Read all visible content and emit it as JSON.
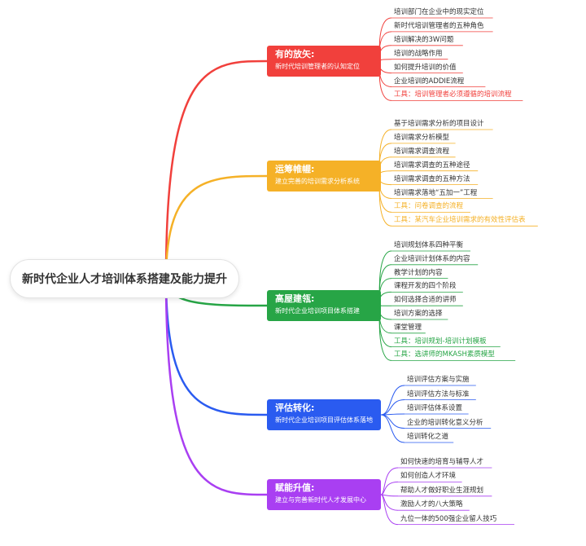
{
  "root": {
    "label": "新时代企业人才培训体系搭建及能力提升"
  },
  "branches": [
    {
      "title": "有的放矢:",
      "subtitle": "新时代培训管理者的认知定位",
      "color": "#f1403c",
      "leaves": [
        {
          "text": "培训部门在企业中的现实定位",
          "tool": false
        },
        {
          "text": "新时代培训管理者的五种角色",
          "tool": false
        },
        {
          "text": "培训解决的3W问题",
          "tool": false
        },
        {
          "text": "培训的战略作用",
          "tool": false
        },
        {
          "text": "如何提升培训的价值",
          "tool": false
        },
        {
          "text": "企业培训的ADDIE流程",
          "tool": false
        },
        {
          "text": "工具：培训管理者必须遵循的培训流程",
          "tool": true
        }
      ]
    },
    {
      "title": "运筹帷幄:",
      "subtitle": "建立完善的培训需求分析系统",
      "color": "#f5b127",
      "leaves": [
        {
          "text": "基于培训需求分析的项目设计",
          "tool": false
        },
        {
          "text": "培训需求分析模型",
          "tool": false
        },
        {
          "text": "培训需求调查流程",
          "tool": false
        },
        {
          "text": "培训需求调查的五种途径",
          "tool": false
        },
        {
          "text": "培训需求调查的五种方法",
          "tool": false
        },
        {
          "text": "培训需求落地“五加一”工程",
          "tool": false
        },
        {
          "text": "工具：问卷调查的流程",
          "tool": true
        },
        {
          "text": "工具：某汽车企业培训需求的有效性评估表",
          "tool": true
        }
      ]
    },
    {
      "title": "高屋建瓴:",
      "subtitle": "新时代企业培训项目体系搭建",
      "color": "#27a546",
      "leaves": [
        {
          "text": "培训规划体系四种平衡",
          "tool": false
        },
        {
          "text": "企业培训计划体系的内容",
          "tool": false
        },
        {
          "text": "教学计划的内容",
          "tool": false
        },
        {
          "text": "课程开发的四个阶段",
          "tool": false
        },
        {
          "text": "如何选择合适的讲师",
          "tool": false
        },
        {
          "text": "培训方案的选择",
          "tool": false
        },
        {
          "text": "课堂管理",
          "tool": false
        },
        {
          "text": "工具：培训规划-培训计划模板",
          "tool": true
        },
        {
          "text": "工具：选讲师的MKASH素质模型",
          "tool": true
        }
      ]
    },
    {
      "title": "评估转化:",
      "subtitle": "新时代企业培训项目评估体系落地",
      "color": "#2a5bf0",
      "leaves": [
        {
          "text": "培训评估方案与实施",
          "tool": false
        },
        {
          "text": "培训评估方法与标准",
          "tool": false
        },
        {
          "text": "培训评估体系设置",
          "tool": false
        },
        {
          "text": "企业的培训转化意义分析",
          "tool": false
        },
        {
          "text": "培训转化之道",
          "tool": false
        }
      ]
    },
    {
      "title": "赋能升值:",
      "subtitle": "建立与完善新时代人才发展中心",
      "color": "#a93ff2",
      "leaves": [
        {
          "text": "如何快速的培育与辅导人才",
          "tool": false
        },
        {
          "text": "如何创造人才环境",
          "tool": false
        },
        {
          "text": "帮助人才做好职业生涯规划",
          "tool": false
        },
        {
          "text": "激励人才的八大策略",
          "tool": false
        },
        {
          "text": "九位一体的500强企业留人技巧",
          "tool": false
        }
      ]
    }
  ]
}
